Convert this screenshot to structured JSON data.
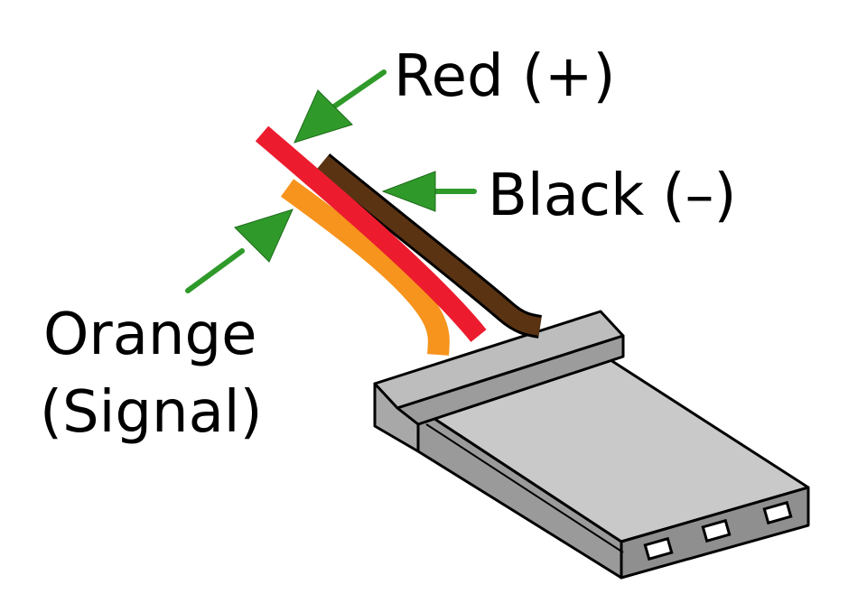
{
  "labels": {
    "red": "Red (+)",
    "black": "Black (–)",
    "orange_line1": "Orange",
    "orange_line2": "(Signal)"
  },
  "colors": {
    "red_wire": "#ec1c2e",
    "black_wire": "#5a3313",
    "orange_wire": "#f7941d",
    "arrow": "#2f9a2a",
    "connector_light": "#c8c8c8",
    "connector_mid": "#a8a8a8",
    "connector_dark": "#8a8a8a",
    "outline": "#000000"
  },
  "icons": {
    "arrow": "green-arrow-icon",
    "connector": "servo-connector-icon"
  }
}
